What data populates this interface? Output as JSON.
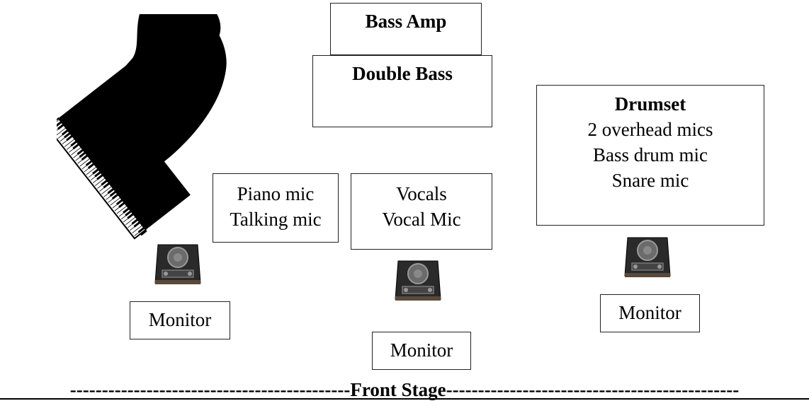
{
  "bass_amp": {
    "label": "Bass Amp"
  },
  "double_bass": {
    "label": "Double Bass"
  },
  "drumset": {
    "title": "Drumset",
    "lines": [
      "2 overhead mics",
      "Bass drum mic",
      "Snare mic"
    ]
  },
  "piano_mics": {
    "lines": [
      "Piano mic",
      "Talking mic"
    ]
  },
  "vocals": {
    "lines": [
      "Vocals",
      "Vocal Mic"
    ]
  },
  "monitors": {
    "left": "Monitor",
    "center": "Monitor",
    "right": "Monitor"
  },
  "front_stage": {
    "label": "--------------------------------------------Front Stage----------------------------------------------"
  },
  "icons": {
    "piano": "grand-piano-icon",
    "monitor": "stage-monitor-icon"
  }
}
